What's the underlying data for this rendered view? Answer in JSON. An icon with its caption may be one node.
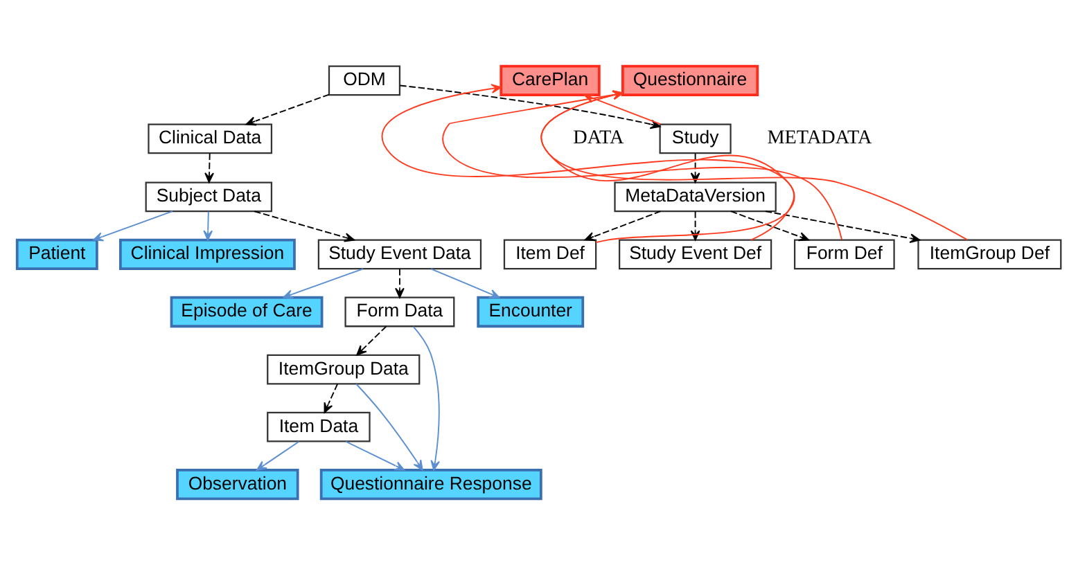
{
  "diagram": {
    "nodes": [
      {
        "text": [
          "ODM"
        ]
      },
      {
        "text": [
          "Study"
        ]
      },
      {
        "text": [
          "CarePlan"
        ]
      },
      {
        "text": [
          "MetaDataVersion"
        ]
      },
      {
        "text": [
          "Clinical Data"
        ]
      },
      {
        "text": [
          "Patient"
        ]
      },
      {
        "text": [
          "Study Event Def"
        ]
      },
      {
        "text": [
          "Subject Data"
        ]
      },
      {
        "text": [
          "Clinical Impression"
        ]
      },
      {
        "text": [
          "Form Def"
        ]
      },
      {
        "text": [
          "ItemGroup Def"
        ]
      },
      {
        "text": [
          "Questionnaire"
        ]
      },
      {
        "text": [
          "Study Event Data"
        ]
      },
      {
        "text": [
          "Item Def"
        ]
      },
      {
        "text": [
          "Episode of Care"
        ]
      },
      {
        "text": [
          "Form Data"
        ]
      },
      {
        "text": [
          "Encounter"
        ]
      },
      {
        "text": [
          "ItemGroup Data"
        ]
      },
      {
        "text": [
          "Questionnaire Response"
        ]
      },
      {
        "text": [
          "Item Data"
        ]
      },
      {
        "text": [
          "Observation"
        ]
      }
    ],
    "edges": [
      {
        "from": 0,
        "to": 1,
        "arrow": "to",
        "style": "dashed"
      },
      {
        "from": 0,
        "to": 4,
        "arrow": "to",
        "style": "dashed"
      },
      {
        "from": 1,
        "to": 3,
        "arrow": "to",
        "style": "dashed"
      },
      {
        "from": 1,
        "to": 2,
        "arrow": "to",
        "color": "#ff3b1f"
      },
      {
        "from": 3,
        "to": 6,
        "arrow": "to",
        "style": "dashed"
      },
      {
        "from": 3,
        "to": 9,
        "arrow": "to",
        "style": "dashed"
      },
      {
        "from": 3,
        "to": 10,
        "arrow": "to",
        "style": "dashed"
      },
      {
        "from": 3,
        "to": 13,
        "arrow": "to",
        "style": "dashed"
      },
      {
        "from": 6,
        "to": 2,
        "arrow": "to",
        "color": "#ff3b1f"
      },
      {
        "from": 9,
        "to": 11,
        "arrow": "to",
        "color": "#ff3b1f"
      },
      {
        "from": 10,
        "to": 11,
        "arrow": "to",
        "color": "#ff3b1f"
      },
      {
        "from": 13,
        "to": 11,
        "arrow": "to",
        "color": "#ff3b1f"
      },
      {
        "from": 4,
        "to": 7,
        "arrow": "to",
        "style": "dashed"
      },
      {
        "from": 7,
        "to": 5,
        "arrow": "to",
        "color": "#5b8fd0"
      },
      {
        "from": 7,
        "to": 8,
        "arrow": "to",
        "color": "#5b8fd0"
      },
      {
        "from": 7,
        "to": 12,
        "arrow": "to",
        "style": "dashed"
      },
      {
        "from": 12,
        "to": 14,
        "arrow": "to",
        "color": "#5b8fd0"
      },
      {
        "from": 12,
        "to": 16,
        "arrow": "to",
        "color": "#5b8fd0"
      },
      {
        "from": 12,
        "to": 15,
        "arrow": "to",
        "style": "dashed"
      },
      {
        "from": 15,
        "to": 18,
        "arrow": "to",
        "color": "#5b8fd0"
      },
      {
        "from": 15,
        "to": 17,
        "arrow": "to",
        "style": "dashed"
      },
      {
        "from": 17,
        "to": 18,
        "arrow": "to",
        "color": "#5b8fd0"
      },
      {
        "from": 17,
        "to": 19,
        "arrow": "to",
        "style": "dashed"
      },
      {
        "from": 19,
        "to": 18,
        "arrow": "to",
        "color": "#5b8fd0"
      },
      {
        "from": 19,
        "to": 20,
        "arrow": "to",
        "color": "#5b8fd0"
      }
    ],
    "labels": [
      "DATA",
      "METADATA"
    ]
  }
}
